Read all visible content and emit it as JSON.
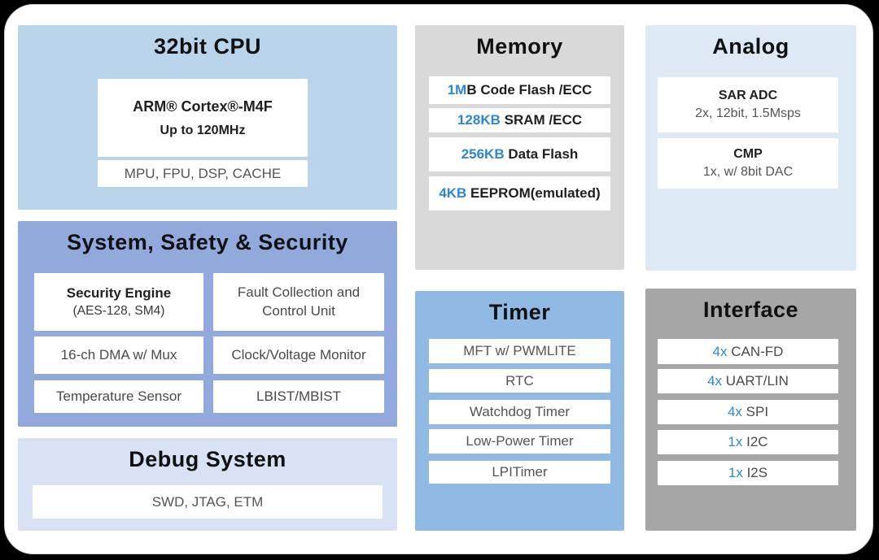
{
  "colors": {
    "accent": "#2E86D6",
    "cpu_bg": "#BAD4EC",
    "sss_bg": "#92A9DC",
    "debug_bg": "#D9E1F4",
    "memory_bg": "#D9D9D9",
    "timer_bg": "#90BAE4",
    "analog_bg": "#DDEAF6",
    "interface_bg": "#A6A6A6"
  },
  "cpu": {
    "title": "32bit CPU",
    "core_title": "ARM® Cortex®-M4F",
    "core_speed": "Up to 120MHz",
    "features": "MPU, FPU, DSP, CACHE"
  },
  "system": {
    "title": "System, Safety & Security",
    "security_engine": {
      "title": "Security Engine",
      "subtitle": "(AES-128, SM4)"
    },
    "fault_collection": "Fault Collection and Control Unit",
    "dma": "16-ch DMA w/ Mux",
    "clock_voltage_monitor": "Clock/Voltage Monitor",
    "temperature_sensor": "Temperature Sensor",
    "lbist_mbist": "LBIST/MBIST"
  },
  "debug": {
    "title": "Debug System",
    "ports": "SWD, JTAG, ETM"
  },
  "memory": {
    "title": "Memory",
    "rows": [
      {
        "accent": "1M",
        "rest": "B Code Flash /ECC"
      },
      {
        "accent": "128KB",
        "rest": " SRAM /ECC"
      },
      {
        "accent": "256KB",
        "rest": " Data Flash"
      },
      {
        "accent": "4KB",
        "rest": " EEPROM(emulated)"
      }
    ]
  },
  "timer": {
    "title": "Timer",
    "rows": [
      "MFT w/ PWMLITE",
      "RTC",
      "Watchdog Timer",
      "Low-Power Timer",
      "LPITimer"
    ]
  },
  "analog": {
    "title": "Analog",
    "items": [
      {
        "name": "SAR ADC",
        "spec": "2x, 12bit, 1.5Msps"
      },
      {
        "name": "CMP",
        "spec": "1x, w/ 8bit DAC"
      }
    ]
  },
  "interface": {
    "title": "Interface",
    "rows": [
      {
        "accent": "4x",
        "rest": " CAN-FD"
      },
      {
        "accent": "4x",
        "rest": " UART/LIN"
      },
      {
        "accent": "4x",
        "rest": " SPI"
      },
      {
        "accent": "1x",
        "rest": " I2C"
      },
      {
        "accent": "1x",
        "rest": " I2S"
      }
    ]
  }
}
